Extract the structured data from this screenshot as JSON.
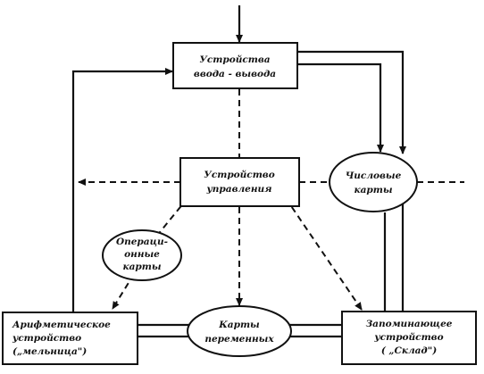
{
  "nodes": {
    "io_device": {
      "line1": "Устройства",
      "line2": "ввода - вывода"
    },
    "control_unit": {
      "line1": "Устройство",
      "line2": "управления"
    },
    "number_cards": {
      "line1": "Числовые",
      "line2": "карты"
    },
    "operation_cards": {
      "line1": "Операци-",
      "line2": "онные",
      "line3": "карты"
    },
    "arithmetic_unit": {
      "line1": "Арифметическое",
      "line2": "устройство",
      "line3": "(„мельница\")"
    },
    "variable_cards": {
      "line1": "Карты",
      "line2": "переменных"
    },
    "memory_unit": {
      "line1": "Запоминающее",
      "line2": "устройство",
      "line3": "( „Склад\")"
    }
  }
}
